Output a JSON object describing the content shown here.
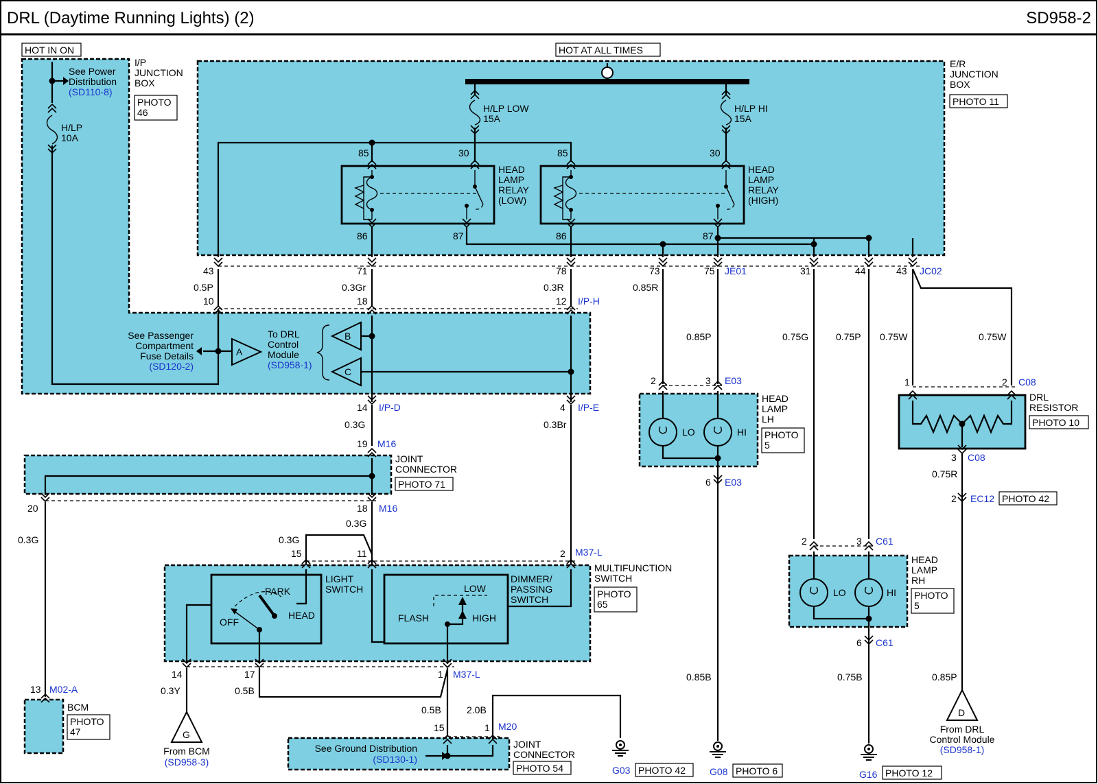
{
  "header": {
    "title": "DRL (Daytime Running Lights) (2)",
    "code": "SD958-2"
  },
  "labels": {
    "hot_in_on": "HOT IN ON",
    "hot_at_all_times": "HOT AT ALL TIMES",
    "see_power_distribution": [
      "See Power",
      "Distribution"
    ],
    "sd110": "(SD110-8)",
    "hlp_10a": [
      "H/LP",
      "10A"
    ],
    "ip_junction_box": [
      "I/P",
      "JUNCTION",
      "BOX"
    ],
    "photo46": [
      "PHOTO",
      "46"
    ],
    "er_junction_box": [
      "E/R",
      "JUNCTION",
      "BOX"
    ],
    "photo11": "PHOTO 11",
    "hlp_low_15a": [
      "H/LP LOW",
      "15A"
    ],
    "hlp_hi_15a": [
      "H/LP HI",
      "15A"
    ],
    "relay_low": [
      "HEAD",
      "LAMP",
      "RELAY",
      "(LOW)"
    ],
    "relay_high": [
      "HEAD",
      "LAMP",
      "RELAY",
      "(HIGH)"
    ],
    "relay_pins": {
      "p85": "85",
      "p30": "30",
      "p86": "86",
      "p87": "87"
    },
    "pins_row1": {
      "p43": "43",
      "p71": "71",
      "p78": "78",
      "p73": "73",
      "p75": "75",
      "je01": "JE01",
      "p31": "31",
      "p44": "44",
      "p43b": "43",
      "jc02": "JC02"
    },
    "wires_row1": {
      "w05p": "0.5P",
      "w03gr": "0.3Gr",
      "w03r": "0.3R",
      "w085r": "0.85R",
      "w085p": "0.85P",
      "w075g": "0.75G",
      "w075p": "0.75P",
      "w075w": "0.75W",
      "w075w2": "0.75W"
    },
    "pins_row2": {
      "p10": "10",
      "p18": "18",
      "p12": "12",
      "iph": "I/P-H"
    },
    "see_passenger": [
      "See Passenger",
      "Compartment",
      "Fuse Details"
    ],
    "sd120": "(SD120-2)",
    "to_drl": [
      "To DRL",
      "Control",
      "Module"
    ],
    "sd958_1": "(SD958-1)",
    "tri": {
      "a": "A",
      "b": "B",
      "c": "C",
      "d": "D",
      "g": "G"
    },
    "pins_row3": {
      "p14": "14",
      "ipd": "I/P-D",
      "p4": "4",
      "ipe": "I/P-E"
    },
    "wires_row3": {
      "w03g": "0.3G",
      "w03br": "0.3Br"
    },
    "m16_top": {
      "p19": "19",
      "m16": "M16"
    },
    "joint_connector": [
      "JOINT",
      "CONNECTOR"
    ],
    "photo71": "PHOTO 71",
    "m16_bot": {
      "p20": "20",
      "p18": "18",
      "m16": "M16"
    },
    "wires_m16": {
      "w03g_a": "0.3G",
      "w03g_b": "0.3G",
      "w03g_c": "0.3G"
    },
    "ms_pins": {
      "p15": "15",
      "p11": "11",
      "p2": "2",
      "m37l": "M37-L"
    },
    "multifunction": [
      "MULTIFUNCTION",
      "SWITCH"
    ],
    "photo65": [
      "PHOTO",
      "65"
    ],
    "light_switch": [
      "LIGHT",
      "SWITCH"
    ],
    "park": "PARK",
    "off": "OFF",
    "head": "HEAD",
    "dimmer": [
      "DIMMER/",
      "PASSING",
      "SWITCH"
    ],
    "low": "LOW",
    "flash": "FLASH",
    "high": "HIGH",
    "ms_bottom": {
      "p14": "14",
      "p17": "17",
      "p1": "1",
      "m37l": "M37-L"
    },
    "wires_ms_bottom": {
      "w03y": "0.3Y",
      "w05b": "0.5B",
      "w05b2": "0.5B",
      "w20b": "2.0B"
    },
    "bcm": {
      "p13": "13",
      "m02a": "M02-A",
      "name": "BCM",
      "photo": [
        "PHOTO",
        "47"
      ]
    },
    "from_bcm": "From BCM",
    "sd958_3": "(SD958-3)",
    "m20": {
      "p15": "15",
      "p1": "1",
      "m20": "M20"
    },
    "see_ground": "See Ground Distribution",
    "sd130": "(SD130-1)",
    "joint_connector2": [
      "JOINT",
      "CONNECTOR"
    ],
    "photo54": "PHOTO 54",
    "g03": "G03",
    "photo42a": "PHOTO 42",
    "lamp_lh": {
      "p2": "2",
      "p3": "3",
      "e03": "E03",
      "name": [
        "HEAD",
        "LAMP",
        "LH"
      ],
      "photo": [
        "PHOTO",
        "5"
      ],
      "lo": "LO",
      "hi": "HI",
      "p6": "6",
      "e03b": "E03"
    },
    "w085b": "0.85B",
    "g08": "G08",
    "photo6": "PHOTO 6",
    "drl_resistor": {
      "p1": "1",
      "p2": "2",
      "c08": "C08",
      "name": [
        "DRL",
        "RESISTOR"
      ],
      "photo": "PHOTO 10",
      "p3": "3",
      "c08b": "C08"
    },
    "w075r": "0.75R",
    "ec12": {
      "p2": "2",
      "ec12": "EC12",
      "photo": "PHOTO 42"
    },
    "lamp_rh": {
      "p2": "2",
      "p3": "3",
      "c61": "C61",
      "name": [
        "HEAD",
        "LAMP",
        "RH"
      ],
      "photo": [
        "PHOTO",
        "5"
      ],
      "lo": "LO",
      "hi": "HI",
      "p6": "6",
      "c61b": "C61"
    },
    "w075b": "0.75B",
    "g16": "G16",
    "photo12": "PHOTO 12",
    "w085p_b": "0.85P",
    "from_drl": [
      "From DRL",
      "Control Module"
    ],
    "sd958_1b": "(SD958-1)"
  }
}
